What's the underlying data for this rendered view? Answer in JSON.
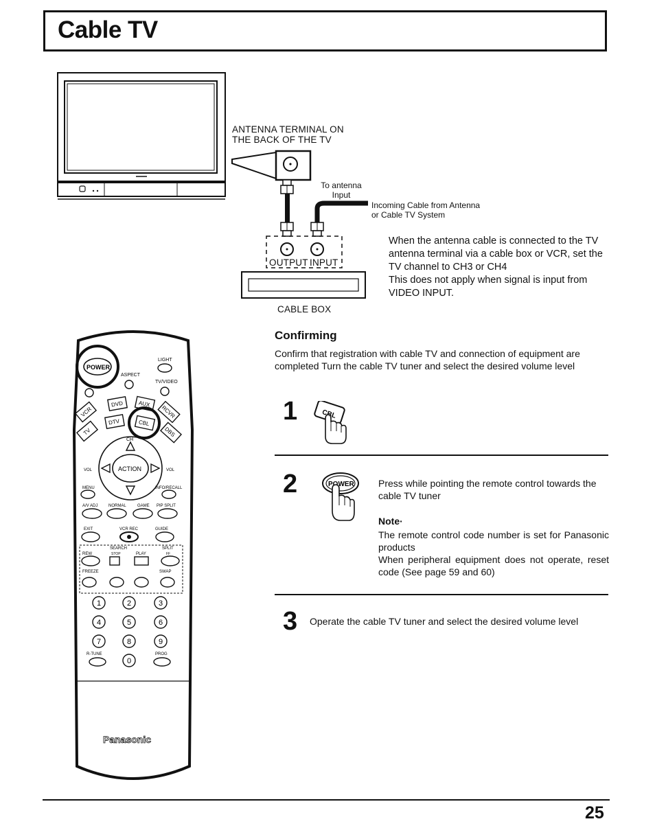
{
  "page": {
    "title": "Cable TV",
    "page_number": "25"
  },
  "diagram": {
    "antenna_label": "ANTENNA TERMINAL ON THE BACK OF THE TV",
    "antenna_label_line1": "ANTENNA TERMINAL ON",
    "antenna_label_line2": "THE BACK OF THE TV",
    "to_antenna_line1": "To antenna",
    "to_antenna_line2": "Input",
    "incoming_line1": "Incoming Cable from Antenna",
    "incoming_line2": "or Cable TV System",
    "output_label": "OUTPUT",
    "input_label": "INPUT",
    "cable_box_label": "CABLE BOX"
  },
  "info_text": "When the antenna cable is connected to the TV antenna terminal via a cable box or VCR, set the TV channel to CH3 or CH4\nThis does not apply when signal is input from VIDEO INPUT.",
  "confirming": {
    "heading": "Confirming",
    "text": "Confirm that registration with cable TV and connection of equipment are completed Turn the cable TV tuner and select the desired volume level"
  },
  "steps": [
    {
      "number": "1",
      "button": "CBL",
      "text": ""
    },
    {
      "number": "2",
      "button": "POWER",
      "text": "Press while pointing the remote control towards the cable TV tuner"
    },
    {
      "number": "3",
      "button": "",
      "text": "Operate the cable TV tuner and select the desired volume level"
    }
  ],
  "note": {
    "heading": "Note·",
    "text": "The remote control code number is set for Panasonic products\nWhen peripheral equipment does not operate, reset code (See page 59 and 60)"
  },
  "remote": {
    "brand": "Panasonic",
    "power": "POWER",
    "light": "LIGHT",
    "aspect": "ASPECT",
    "tv_video": "TV/VIDEO",
    "modes": [
      "VCR",
      "DVD",
      "AUX",
      "RCVR",
      "TV",
      "DTV",
      "CBL",
      "DBS"
    ],
    "ch": "CH",
    "action": "ACTION",
    "vol_left": "VOL",
    "vol_right": "VOL",
    "menu": "MENU",
    "info_recall": "INFO/RECALL",
    "row1": [
      "A/V ADJ",
      "NORMAL",
      "GAME",
      "PIP SPLIT"
    ],
    "row2": [
      "EXIT",
      "VCR REC",
      "GUIDE"
    ],
    "search": "SEARCH",
    "transport_top": [
      "REW",
      "STOP",
      "PLAY",
      "FF"
    ],
    "split": "SPLIT",
    "freeze": "FREEZE",
    "swap": "SWAP",
    "digits": [
      "1",
      "2",
      "3",
      "4",
      "5",
      "6",
      "7",
      "8",
      "9",
      "0"
    ],
    "r_tune": "R-TUNE",
    "prog": "PROG"
  }
}
